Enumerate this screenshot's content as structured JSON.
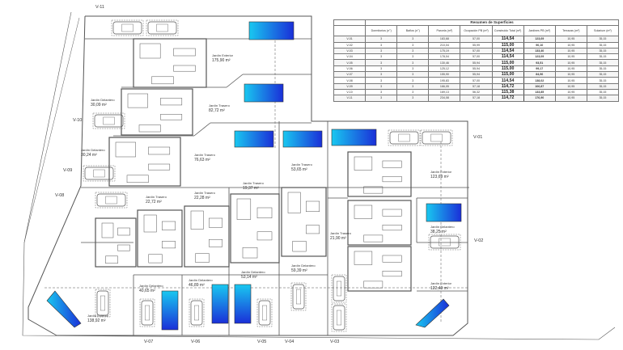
{
  "summary_table": {
    "title": "Resumen de Superficies",
    "columns": [
      "Dormitorios (n°)",
      "Baños (n°)",
      "Parcela (m²)",
      "Ocupación PB (m²)",
      "Construido Total (m²)",
      "Jardines PB (m²)",
      "Terrazas (m²)",
      "Solarium (m²)"
    ],
    "rows": [
      {
        "villa": "V-01",
        "values": [
          "3",
          "3",
          "183,68",
          "57,00",
          "114,54",
          "123,69",
          "10,95",
          "35,15"
        ]
      },
      {
        "villa": "V-02",
        "values": [
          "3",
          "3",
          "210,04",
          "55,99",
          "115,00",
          "90,10",
          "10,95",
          "35,15"
        ]
      },
      {
        "villa": "V-03",
        "values": [
          "3",
          "3",
          "175,19",
          "57,00",
          "114,54",
          "133,40",
          "10,95",
          "35,15"
        ]
      },
      {
        "villa": "V-04",
        "values": [
          "3",
          "3",
          "178,04",
          "57,00",
          "114,54",
          "123,09",
          "10,95",
          "35,15"
        ]
      },
      {
        "villa": "V-05",
        "values": [
          "3",
          "3",
          "130,46",
          "55,94",
          "115,00",
          "93,51",
          "10,95",
          "35,15"
        ]
      },
      {
        "villa": "V-06",
        "values": [
          "3",
          "3",
          "125,12",
          "55,94",
          "115,00",
          "99,17",
          "10,95",
          "35,15"
        ]
      },
      {
        "villa": "V-07",
        "values": [
          "3",
          "3",
          "155,90",
          "55,94",
          "115,00",
          "84,96",
          "10,95",
          "35,15"
        ]
      },
      {
        "villa": "V-08",
        "values": [
          "3",
          "3",
          "195,83",
          "57,00",
          "114,54",
          "138,02",
          "10,95",
          "35,15"
        ]
      },
      {
        "villa": "V-09",
        "values": [
          "3",
          "3",
          "166,05",
          "57,18",
          "114,72",
          "106,87",
          "10,95",
          "35,15"
        ]
      },
      {
        "villa": "V-10",
        "values": [
          "3",
          "3",
          "169,13",
          "56,32",
          "115,38",
          "133,85",
          "10,95",
          "35,15"
        ]
      },
      {
        "villa": "V-11",
        "values": [
          "3",
          "3",
          "234,08",
          "57,18",
          "114,72",
          "176,90",
          "10,95",
          "35,15"
        ]
      }
    ]
  },
  "plan": {
    "gardens": [
      {
        "name": "Jardín Exterior",
        "area": "175,90 m²"
      },
      {
        "name": "Jardín Delantero",
        "area": "30,09 m²"
      },
      {
        "name": "Jardín Trasero",
        "area": "82,72 m²"
      },
      {
        "name": "Jardín Delantero",
        "area": "30,24 m²"
      },
      {
        "name": "Jardín Trasero",
        "area": "76,63 m²"
      },
      {
        "name": "Jardín Trasero",
        "area": "53,65 m²"
      },
      {
        "name": "Jardín Trasero",
        "area": "22,72 m²"
      },
      {
        "name": "Jardín Trasero",
        "area": "22,28 m²"
      },
      {
        "name": "Jardín Trasero",
        "area": "19,37 m²"
      },
      {
        "name": "Jardín Exterior",
        "area": "123,69 m²"
      },
      {
        "name": "Jardín Delantero",
        "area": "38,25 m²"
      },
      {
        "name": "Jardín Trasero",
        "area": "21,90 m²"
      },
      {
        "name": "Jardín Delantero",
        "area": "59,39 m²"
      },
      {
        "name": "Jardín Exterior",
        "area": "122,40 m²"
      },
      {
        "name": "Jardín Delantero",
        "area": "40,65 m²"
      },
      {
        "name": "Jardín Delantero",
        "area": "46,89 m²"
      },
      {
        "name": "Jardín Delantero",
        "area": "53,14 m²"
      },
      {
        "name": "Jardín Exterior",
        "area": "138,92 m²"
      }
    ],
    "villa_labels": [
      "V-11",
      "V-10",
      "V-09",
      "V-08",
      "V-01",
      "V-02",
      "V-07",
      "V-06",
      "V-05",
      "V-04",
      "V-03"
    ],
    "colors": {
      "pool_light": "#19c8f0",
      "pool_dark": "#1a2fd8",
      "lines": "#555555"
    }
  }
}
